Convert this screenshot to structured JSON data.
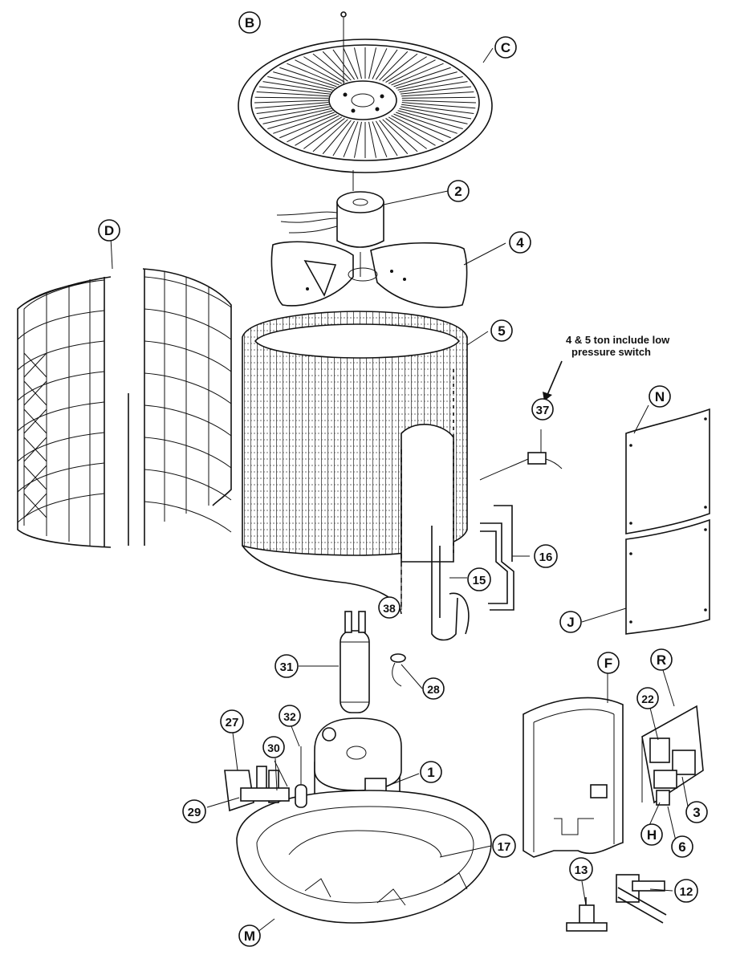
{
  "note": {
    "line1": "4 & 5 ton include low",
    "line2": "pressure switch"
  },
  "callouts": {
    "B": "B",
    "C": "C",
    "D": "D",
    "2": "2",
    "4": "4",
    "5": "5",
    "37": "37",
    "N": "N",
    "16": "16",
    "15": "15",
    "J": "J",
    "38": "38",
    "31": "31",
    "28": "28",
    "F": "F",
    "R": "R",
    "22": "22",
    "27": "27",
    "32": "32",
    "30": "30",
    "1": "1",
    "29": "29",
    "3": "3",
    "17": "17",
    "H": "H",
    "6": "6",
    "13": "13",
    "12": "12",
    "M": "M"
  }
}
